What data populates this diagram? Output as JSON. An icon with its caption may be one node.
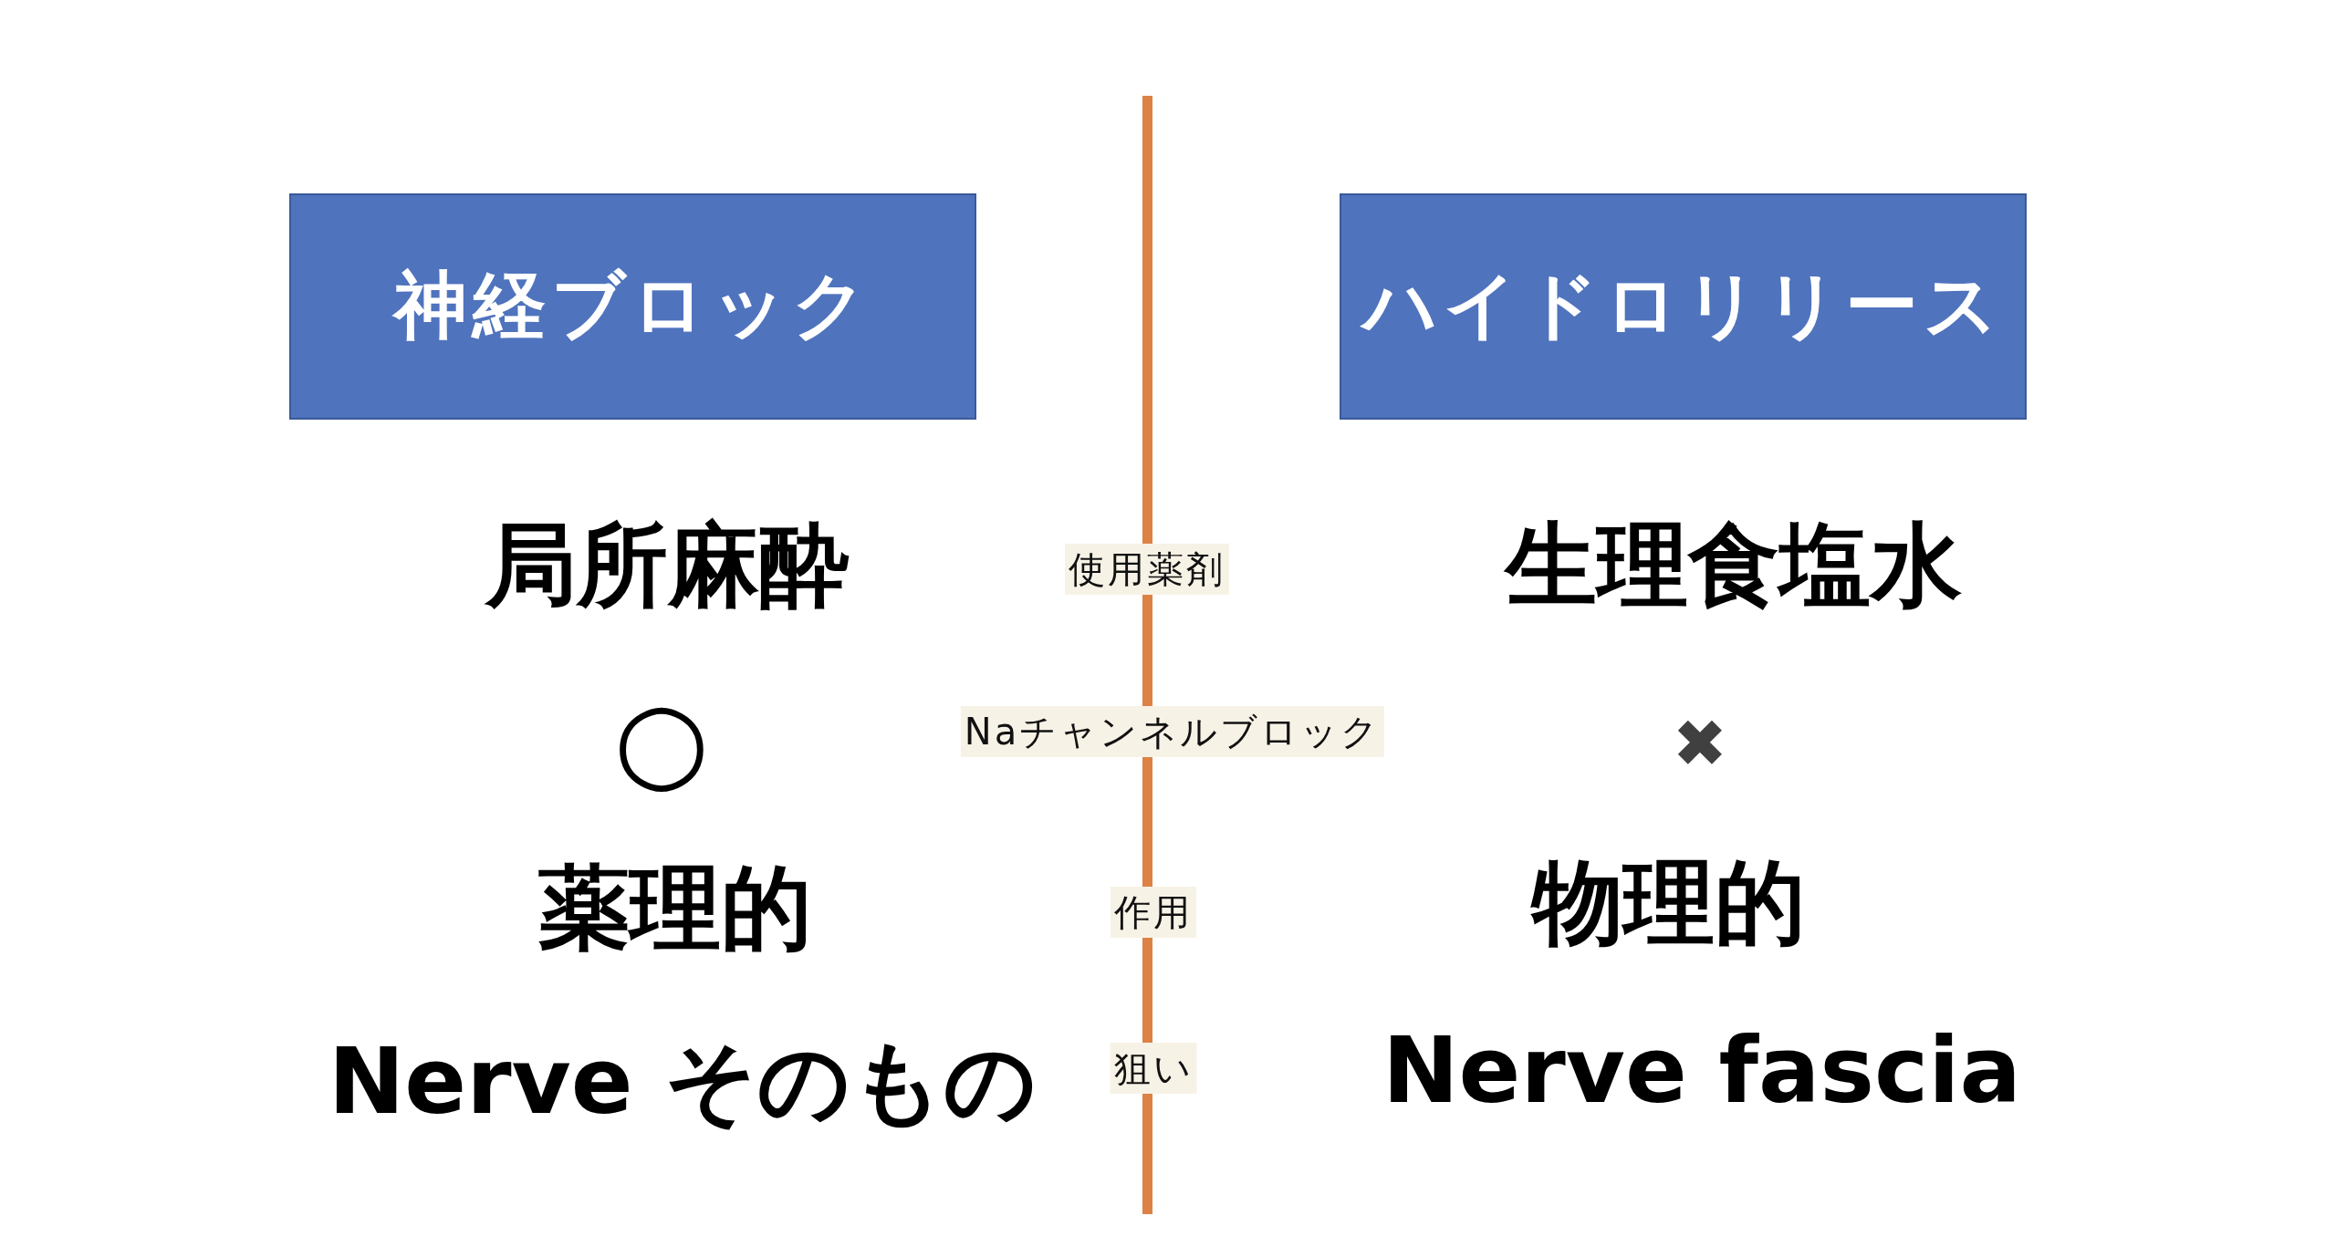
{
  "diagram": {
    "nodes": [
      {
        "text": [
          "神経ブロック"
        ]
      },
      {
        "text": [
          "ハイドロリリース"
        ]
      }
    ],
    "labels": [
      "局所麻酔",
      "使用薬剤",
      "生理食塩水",
      "○",
      "Naチャンネルブロック",
      "✖",
      "薬理的",
      "作用",
      "物理的",
      "Nerve そのもの",
      "狙い",
      "Nerve fascia"
    ]
  }
}
